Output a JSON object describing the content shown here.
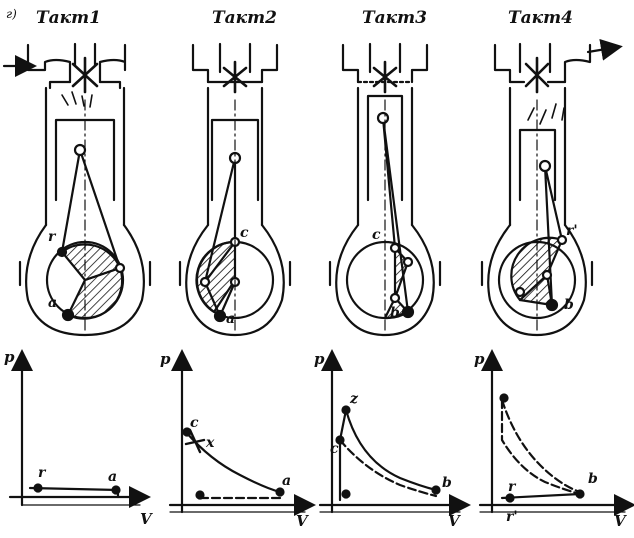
{
  "figure_label": "г)",
  "strokes": [
    {
      "title": "Такт1",
      "crank_labels": [
        "r",
        "a"
      ],
      "pv": {
        "axis_p": "p",
        "axis_v": "V",
        "points": [
          "r",
          "a"
        ]
      }
    },
    {
      "title": "Такт2",
      "crank_labels": [
        "c",
        "a"
      ],
      "pv": {
        "axis_p": "p",
        "axis_v": "V",
        "points": [
          "c",
          "x",
          "a"
        ]
      }
    },
    {
      "title": "Такт3",
      "crank_labels": [
        "c",
        "b"
      ],
      "pv": {
        "axis_p": "p",
        "axis_v": "V",
        "points": [
          "z",
          "c",
          "b"
        ]
      }
    },
    {
      "title": "Такт4",
      "crank_labels": [
        "r'",
        "b"
      ],
      "pv": {
        "axis_p": "p",
        "axis_v": "V",
        "points": [
          "r",
          "b",
          "r'"
        ]
      }
    }
  ],
  "colors": {
    "ink": "#111111",
    "background": "#ffffff"
  }
}
